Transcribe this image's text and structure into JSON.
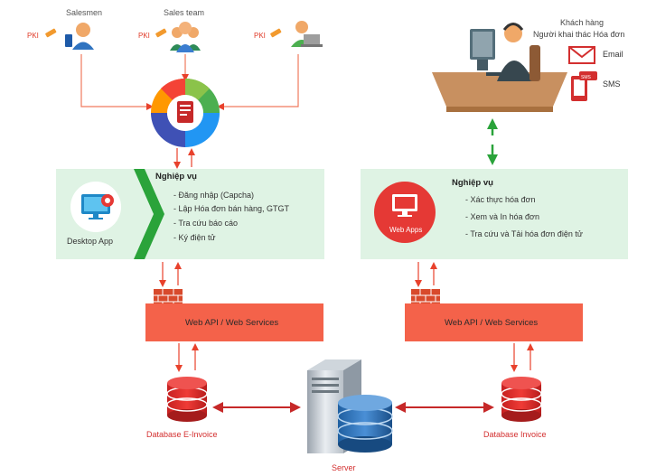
{
  "top_left": {
    "salesmen_label": "Salesmen",
    "sales_team_label": "Sales team",
    "pki_label": "PKI"
  },
  "customer": {
    "line1": "Khách hàng",
    "line2": "Người khai thác Hóa đơn",
    "email_label": "Email",
    "sms_label": "SMS",
    "sms_icon_text": "SMS"
  },
  "left_panel": {
    "app_label": "Desktop App",
    "title": "Nghiệp vụ",
    "items": [
      "- Đăng nhập (Capcha)",
      "- Lập Hóa đơn bán hàng, GTGT",
      "- Tra cứu báo cáo",
      "- Ký điện tử"
    ]
  },
  "right_panel": {
    "app_label": "Web Apps",
    "title": "Nghiệp vụ",
    "items": [
      "- Xác thực hóa đơn",
      "- Xem và In hóa đơn",
      "- Tra cứu và Tải hóa đơn điện tử"
    ]
  },
  "api_left": "Web API / Web Services",
  "api_right": "Web API / Web Services",
  "db_left": "Database E-Invoice",
  "db_right": "Database Invoice",
  "server_label": "Server",
  "colors": {
    "panel_bg": "#dff3e4",
    "api_red": "#f4624a",
    "db_red": "#e8262b",
    "green": "#2aa33a",
    "arrow_red": "#e8412c",
    "text_red": "#e03a28"
  }
}
